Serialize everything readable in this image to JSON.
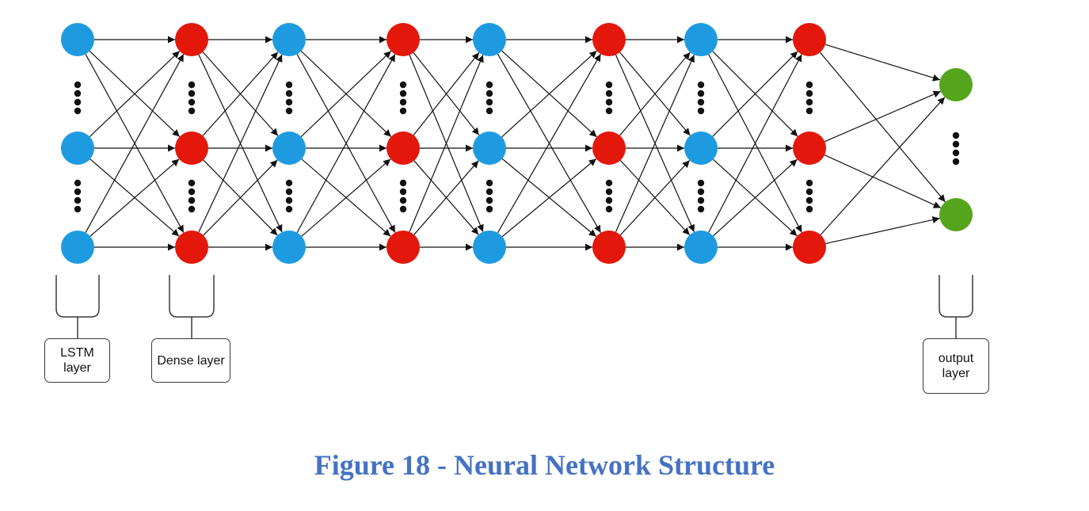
{
  "diagram": {
    "layers": [
      {
        "role": "lstm",
        "color": "#1e9be0"
      },
      {
        "role": "dense",
        "color": "#e3170a"
      },
      {
        "role": "lstm",
        "color": "#1e9be0"
      },
      {
        "role": "dense",
        "color": "#e3170a"
      },
      {
        "role": "lstm",
        "color": "#1e9be0"
      },
      {
        "role": "dense",
        "color": "#e3170a"
      },
      {
        "role": "lstm",
        "color": "#1e9be0"
      },
      {
        "role": "dense",
        "color": "#e3170a"
      },
      {
        "role": "output",
        "color": "#55a51c"
      }
    ],
    "labels": {
      "lstm": "LSTM\nlayer",
      "dense": "Dense layer",
      "output": "output\nlayer"
    },
    "edge_color": "#111111"
  },
  "caption": "Figure 18 - Neural Network Structure"
}
